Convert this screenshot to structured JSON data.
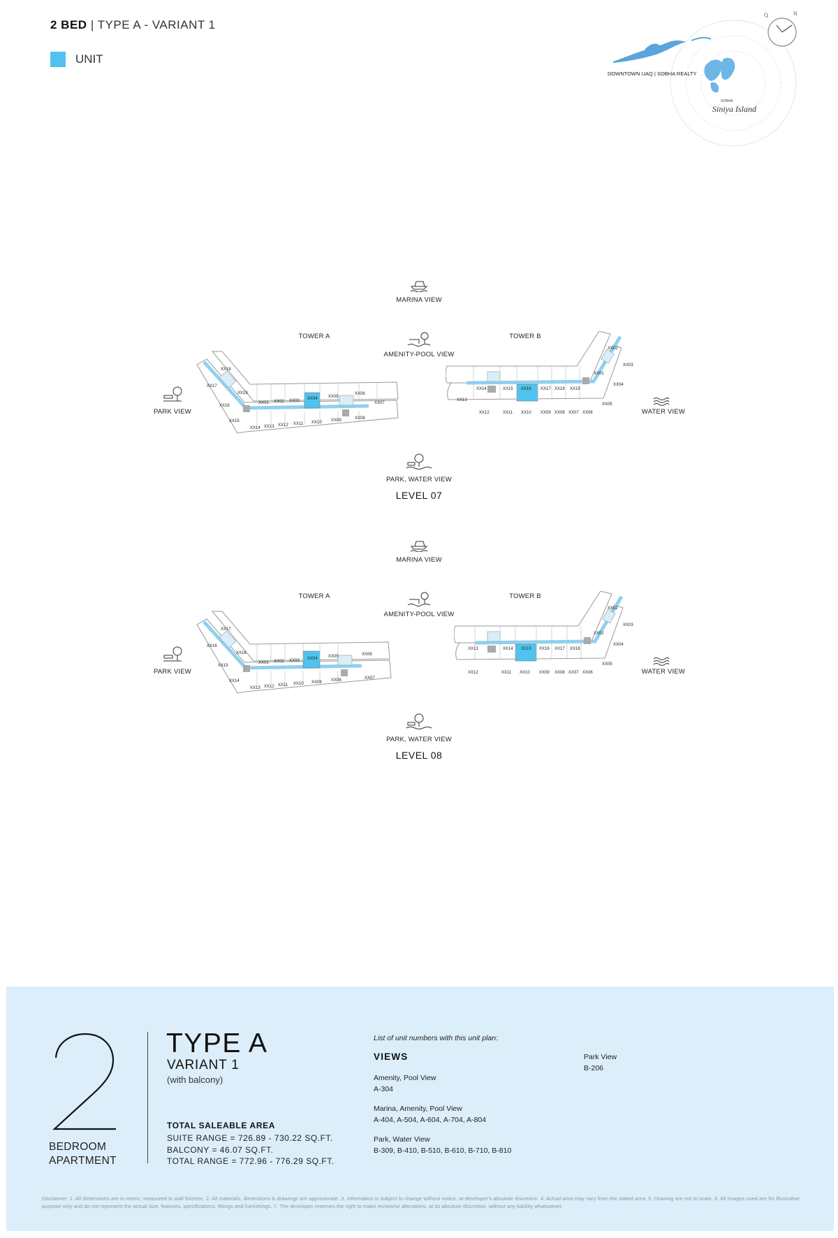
{
  "header": {
    "bed": "2 BED",
    "type": "| TYPE A - VARIANT 1",
    "legend_label": "UNIT",
    "legend_color": "#4fc3ee"
  },
  "logo": {
    "caption": "DOWNTOWN UAQ | SOBHA REALTY",
    "brand_small": "SOBHA",
    "brand_script": "Siniya Island"
  },
  "compass": {
    "q": "Q",
    "n": "N"
  },
  "levels": [
    {
      "level_label": "LEVEL 07",
      "marina_view": "MARINA VIEW",
      "amenity_view": "AMENITY-POOL VIEW",
      "park_view": "PARK VIEW",
      "water_view": "WATER VIEW",
      "park_water_view": "PARK, WATER VIEW",
      "tower_a": "TOWER A",
      "tower_b": "TOWER B",
      "tower_a_units": [
        "XX18",
        "XX17",
        "XX19",
        "XX16",
        "XX01",
        "XX02",
        "XX03",
        "XX04",
        "XX05",
        "XX06",
        "XX07",
        "XX15",
        "XX14",
        "XX13",
        "XX12",
        "XX11",
        "XX10",
        "XX09",
        "XX08"
      ],
      "tower_b_units": [
        "XX02",
        "XX03",
        "XX01",
        "XX04",
        "XX14",
        "XX15",
        "XX16",
        "XX17",
        "XX18",
        "XX19",
        "XX05",
        "XX13",
        "XX12",
        "XX11",
        "XX10",
        "XX09",
        "XX08",
        "XX07",
        "XX06"
      ]
    },
    {
      "level_label": "LEVEL 08",
      "marina_view": "MARINA VIEW",
      "amenity_view": "AMENITY-POOL VIEW",
      "park_view": "PARK VIEW",
      "water_view": "WATER VIEW",
      "park_water_view": "PARK, WATER VIEW",
      "tower_a": "TOWER A",
      "tower_b": "TOWER B",
      "tower_a_units": [
        "XX17",
        "XX16",
        "XX18",
        "XX15",
        "XX01",
        "XX02",
        "XX03",
        "XX04",
        "XX05",
        "XX06",
        "XX14",
        "XX13",
        "XX12",
        "XX11",
        "XX10",
        "XX09",
        "XX08",
        "XX07"
      ],
      "tower_b_units": [
        "XX02",
        "XX03",
        "XX01",
        "XX04",
        "XX13",
        "XX14",
        "XX15",
        "XX16",
        "XX17",
        "XX18",
        "XX05",
        "XX12",
        "XX11",
        "XX10",
        "XX09",
        "XX08",
        "XX07",
        "XX06"
      ]
    }
  ],
  "summary": {
    "bedrooms": "2",
    "bedroom_label_1": "BEDROOM",
    "bedroom_label_2": "APARTMENT",
    "type": "TYPE A",
    "variant": "VARIANT 1",
    "with_balcony": "(with balcony)",
    "total_saleable_area": "TOTAL SALEABLE AREA",
    "suite_range": "SUITE RANGE = 726.89 - 730.22 SQ.FT.",
    "balcony": "BALCONY = 46.07 SQ.FT.",
    "total_range": "TOTAL RANGE = 772.96 - 776.29 SQ.FT.",
    "list_header": "List of unit numbers with this unit plan:",
    "views_header": "VIEWS",
    "view_groups": [
      {
        "name": "Amenity, Pool View",
        "units": "A-304"
      },
      {
        "name": "Marina, Amenity, Pool View",
        "units": "A-404, A-504, A-604, A-704, A-804"
      },
      {
        "name": "Park, Water View",
        "units": "B-309, B-410, B-510, B-610, B-710, B-810"
      },
      {
        "name": "Park View",
        "units": "B-206"
      }
    ]
  },
  "disclaimer": "Disclaimer: 1. All dimensions are in metric, measured to wall finishes. 2. All materials, dimensions & drawings are approximate. 3. Information is subject to change without notice, at developer's absolute discretion. 4. Actual area may vary from the stated area. 5. Drawing are not to scale. 6. All images used are for illustrative purpose only and do not represent the actual size, features, specifications, fittings and furnishings. 7. The developer reserves the right to make revisions/ alterations, at its absolute discretion, without any liability whatsoever."
}
